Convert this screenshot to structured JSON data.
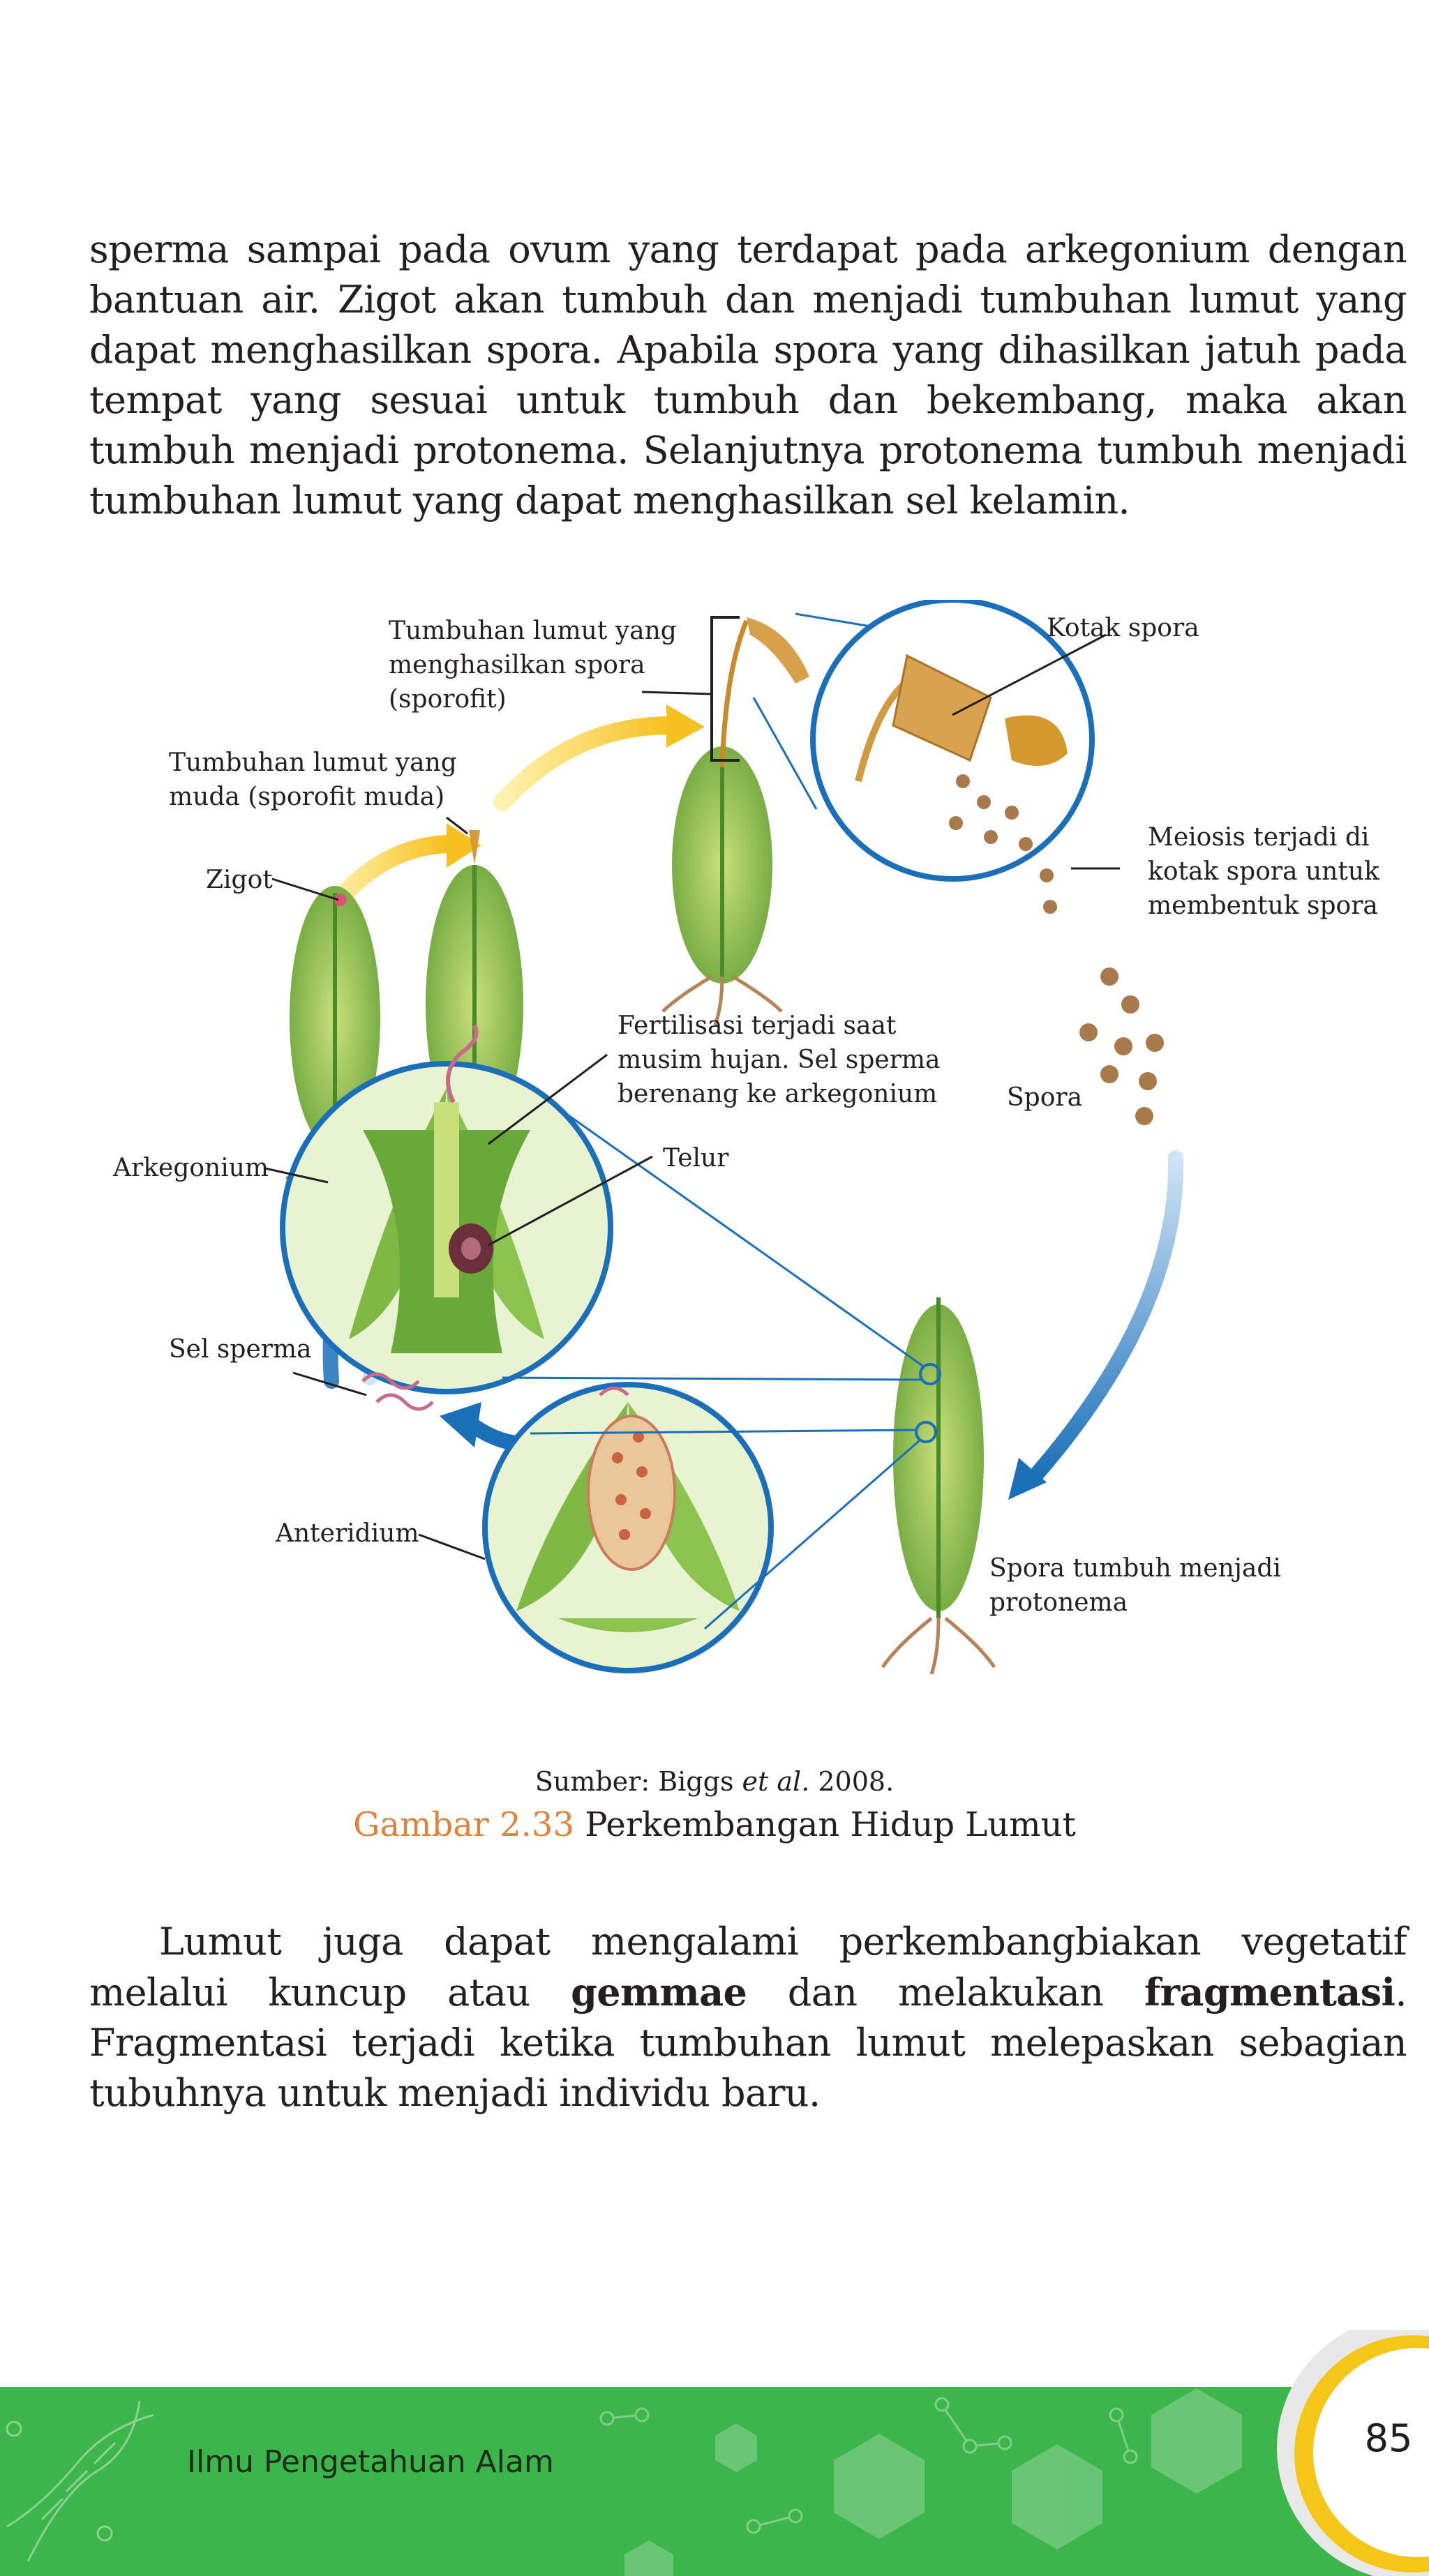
{
  "paragraph1": "sperma sampai pada ovum yang terdapat pada arkegonium dengan bantuan air. Zigot akan tumbuh dan menjadi tumbuhan lumut yang dapat menghasilkan spora. Apabila spora yang dihasilkan jatuh pada tempat yang sesuai untuk tumbuh dan bekembang, maka akan tumbuh menjadi protonema. Selanjutnya protonema tumbuh menjadi tumbuhan lumut yang dapat menghasilkan sel kelamin.",
  "figure": {
    "labels": {
      "sporofit_1": "Tumbuhan lumut yang",
      "sporofit_2": "menghasilkan spora",
      "sporofit_3": "(sporofit)",
      "kotak_spora": "Kotak spora",
      "muda_1": "Tumbuhan lumut yang",
      "muda_2": "muda (sporofit muda)",
      "meiosis_1": "Meiosis terjadi di",
      "meiosis_2": "kotak spora untuk",
      "meiosis_3": "membentuk spora",
      "zigot": "Zigot",
      "fertilisasi_1": "Fertilisasi terjadi saat",
      "fertilisasi_2": "musim hujan. Sel sperma",
      "fertilisasi_3": "berenang ke arkegonium",
      "spora": "Spora",
      "arkegonium": "Arkegonium",
      "telur": "Telur",
      "sel_sperma": "Sel sperma",
      "anteridium": "Anteridium",
      "protonema_1": "Spora tumbuh menjadi",
      "protonema_2": "protonema"
    },
    "source_prefix": "Sumber: Biggs",
    "source_italic": "et al.",
    "source_year": "2008.",
    "caption_number": "Gambar 2.33",
    "caption_title": "Perkembangan Hidup Lumut"
  },
  "paragraph2": {
    "part1": "Lumut  juga dapat mengalami perkembangbiakan vegetatif melalui kuncup atau ",
    "bold1": "gemmae",
    "part2": " dan melakukan ",
    "bold2": "fragmentasi",
    "part3": ". Fragmentasi terjadi ketika tumbuhan lumut melepaskan sebagian tubuhnya untuk menjadi individu baru."
  },
  "footer": {
    "book_title": "Ilmu Pengetahuan Alam",
    "page_number": "85"
  },
  "colors": {
    "footer_green": "#3cb54a",
    "caption_orange": "#e0823a",
    "cycle_blue": "#1a6fb8",
    "badge_yellow": "#f5c518"
  }
}
